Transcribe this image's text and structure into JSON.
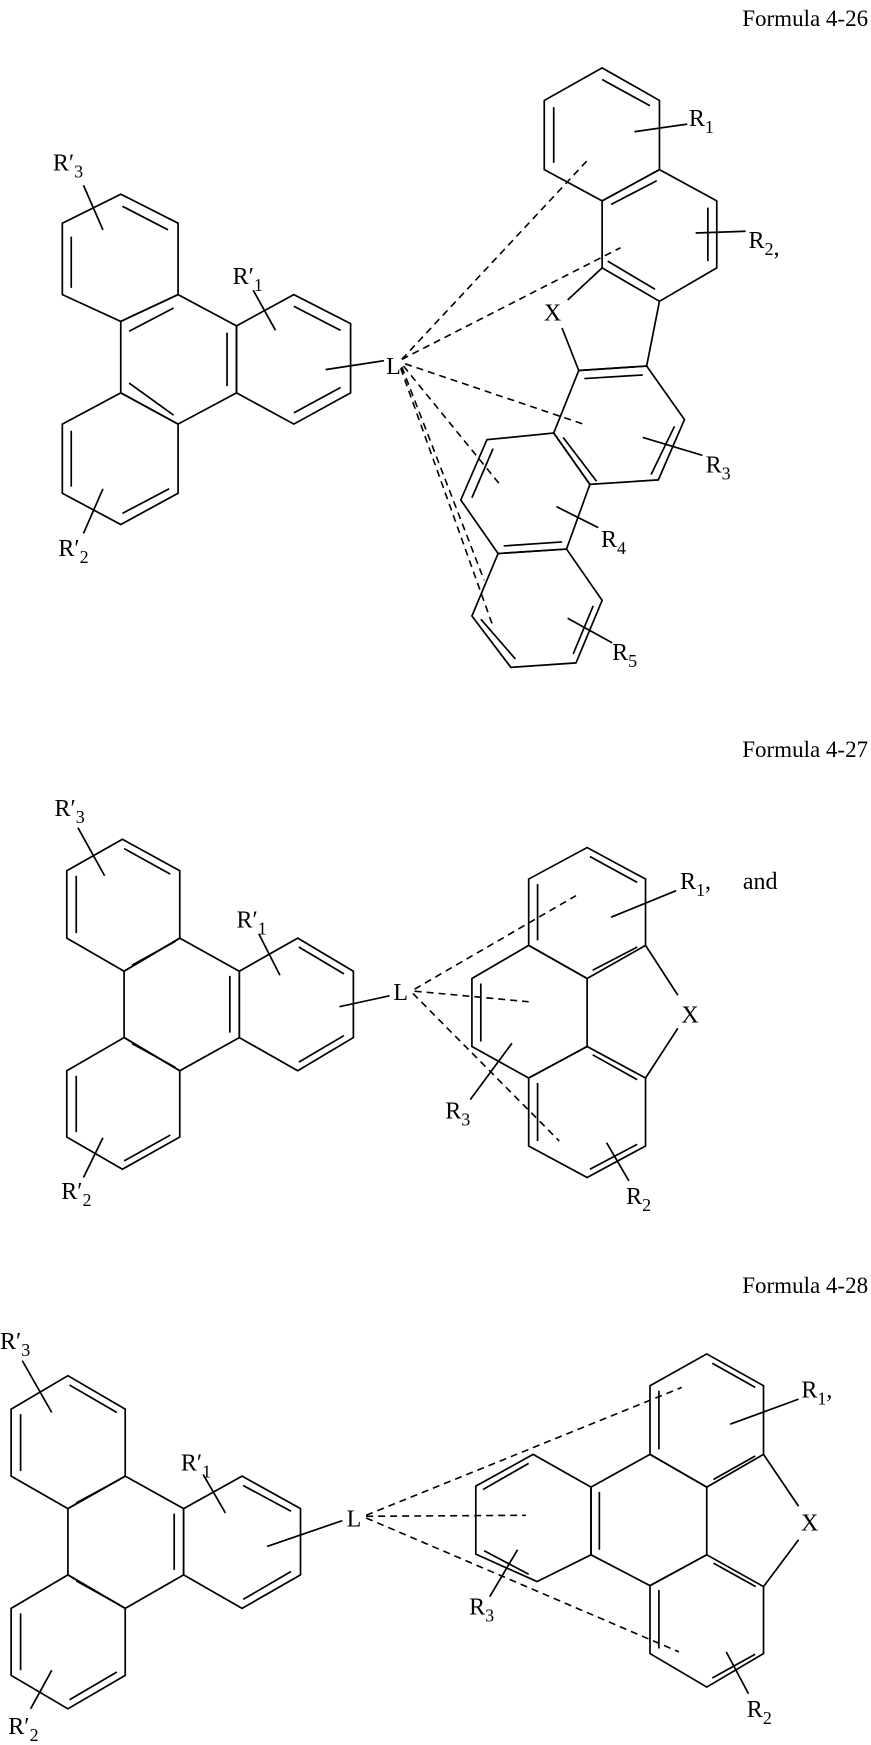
{
  "formulas": [
    {
      "title": "Formula 4-26",
      "linker": "L",
      "hetero": "X",
      "substituents": {
        "r3p": {
          "base": "R′",
          "sub": "3",
          "suffix": ""
        },
        "r1p": {
          "base": "R′",
          "sub": "1",
          "suffix": ""
        },
        "r2p": {
          "base": "R′",
          "sub": "2",
          "suffix": ""
        },
        "r1": {
          "base": "R",
          "sub": "1",
          "suffix": ""
        },
        "r2": {
          "base": "R",
          "sub": "2",
          "suffix": ","
        },
        "r3": {
          "base": "R",
          "sub": "3",
          "suffix": ""
        },
        "r4": {
          "base": "R",
          "sub": "4",
          "suffix": ""
        },
        "r5": {
          "base": "R",
          "sub": "5",
          "suffix": ""
        }
      }
    },
    {
      "title": "Formula 4-27",
      "linker": "L",
      "hetero": "X",
      "conjunction": "and",
      "substituents": {
        "r3p": {
          "base": "R′",
          "sub": "3",
          "suffix": ""
        },
        "r1p": {
          "base": "R′",
          "sub": "1",
          "suffix": ""
        },
        "r2p": {
          "base": "R′",
          "sub": "2",
          "suffix": ""
        },
        "r1": {
          "base": "R",
          "sub": "1",
          "suffix": ","
        },
        "r2": {
          "base": "R",
          "sub": "2",
          "suffix": ""
        },
        "r3": {
          "base": "R",
          "sub": "3",
          "suffix": ""
        }
      }
    },
    {
      "title": "Formula 4-28",
      "linker": "L",
      "hetero": "X",
      "substituents": {
        "r3p": {
          "base": "R′",
          "sub": "3",
          "suffix": ""
        },
        "r1p": {
          "base": "R′",
          "sub": "1",
          "suffix": ""
        },
        "r2p": {
          "base": "R′",
          "sub": "2",
          "suffix": ""
        },
        "r1": {
          "base": "R",
          "sub": "1",
          "suffix": ","
        },
        "r2": {
          "base": "R",
          "sub": "2",
          "suffix": ""
        },
        "r3": {
          "base": "R",
          "sub": "3",
          "suffix": ""
        }
      }
    }
  ]
}
